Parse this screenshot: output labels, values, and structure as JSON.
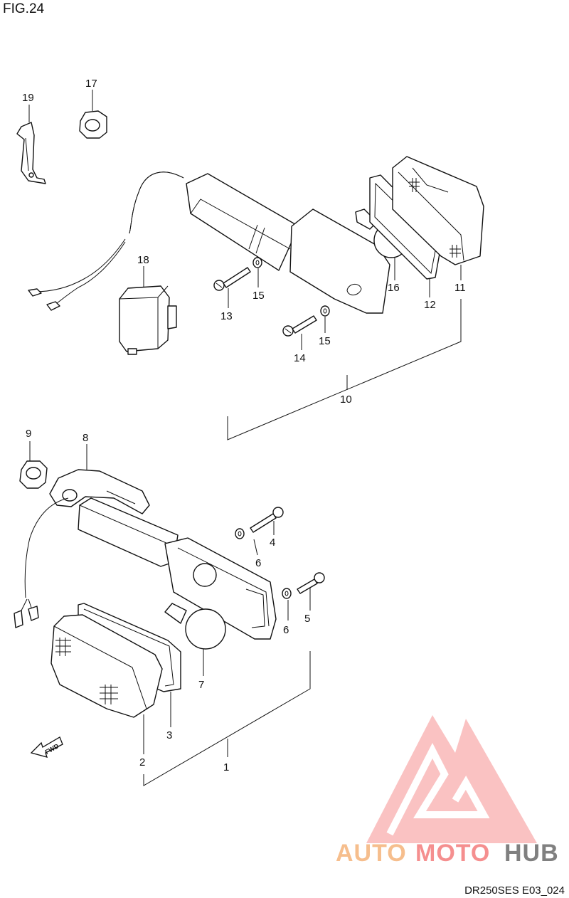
{
  "figure": {
    "title": "FIG.24",
    "code": "DR250SES E03_024"
  },
  "callouts": {
    "p1": "1",
    "p2": "2",
    "p3": "3",
    "p4": "4",
    "p5": "5",
    "p6a": "6",
    "p6b": "6",
    "p7": "7",
    "p8": "8",
    "p9": "9",
    "p10": "10",
    "p11": "11",
    "p12": "12",
    "p13": "13",
    "p14": "14",
    "p15a": "15",
    "p15b": "15",
    "p16": "16",
    "p17": "17",
    "p18": "18",
    "p19": "19"
  },
  "direction_marker": {
    "label": "FWD"
  },
  "watermark": {
    "part1": "AUTO",
    "part2": "MOTO",
    "part3": "HUB",
    "colors": {
      "auto": "#f5b37a",
      "moto": "#f47c7c",
      "hub": "#6b6b6b",
      "triangle": "#f47c7c"
    }
  }
}
